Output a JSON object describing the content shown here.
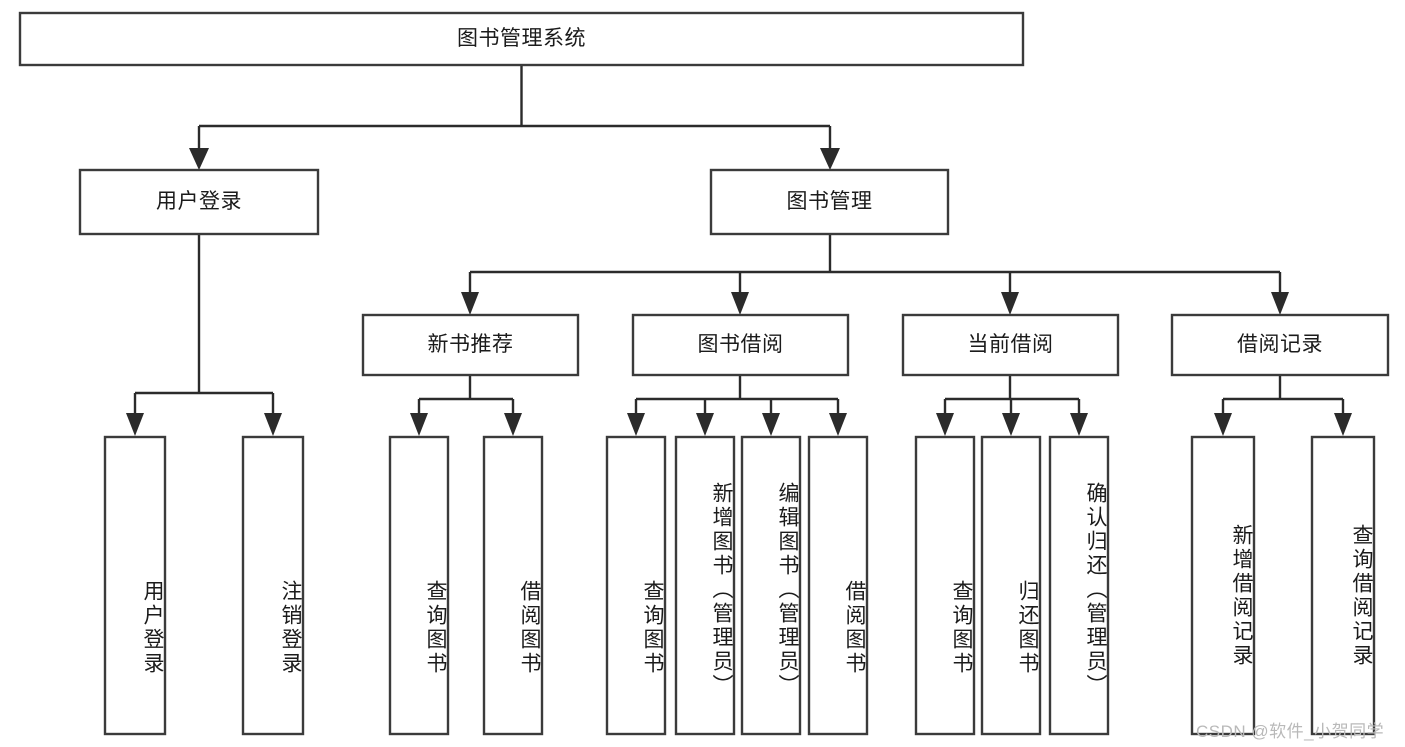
{
  "diagram": {
    "type": "tree-hierarchy",
    "title": "图书管理系统",
    "orientation": "top-down",
    "colors": {
      "box_fill": "#ffffff",
      "box_stroke": "#3b3b3b",
      "connector": "#2b2b2b",
      "text": "#1b1b1b",
      "background": "#ffffff",
      "watermark": "#b9b9b9"
    },
    "levels": [
      {
        "level": 1,
        "nodes": [
          {
            "id": "root",
            "label": "图书管理系统",
            "text_direction": "horizontal"
          }
        ]
      },
      {
        "level": 2,
        "nodes": [
          {
            "id": "user-login",
            "label": "用户登录",
            "text_direction": "horizontal",
            "parent": "root"
          },
          {
            "id": "book-manage",
            "label": "图书管理",
            "text_direction": "horizontal",
            "parent": "root"
          }
        ]
      },
      {
        "level": 3,
        "nodes": [
          {
            "id": "new-book-rec",
            "label": "新书推荐",
            "text_direction": "horizontal",
            "parent": "book-manage"
          },
          {
            "id": "book-borrow",
            "label": "图书借阅",
            "text_direction": "horizontal",
            "parent": "book-manage"
          },
          {
            "id": "current-borrow",
            "label": "当前借阅",
            "text_direction": "horizontal",
            "parent": "book-manage"
          },
          {
            "id": "borrow-record",
            "label": "借阅记录",
            "text_direction": "horizontal",
            "parent": "book-manage"
          }
        ]
      },
      {
        "level": 4,
        "nodes": [
          {
            "id": "leaf-user-login",
            "label": "用户登录",
            "text_direction": "vertical",
            "parent": "user-login"
          },
          {
            "id": "leaf-user-logout",
            "label": "注销登录",
            "text_direction": "vertical",
            "parent": "user-login"
          },
          {
            "id": "leaf-query-book-1",
            "label": "查询图书",
            "text_direction": "vertical",
            "parent": "new-book-rec"
          },
          {
            "id": "leaf-borrow-book-1",
            "label": "借阅图书",
            "text_direction": "vertical",
            "parent": "new-book-rec"
          },
          {
            "id": "leaf-query-book-2",
            "label": "查询图书",
            "text_direction": "vertical",
            "parent": "book-borrow"
          },
          {
            "id": "leaf-add-book",
            "label": "新增图书（管理员）",
            "text_direction": "vertical",
            "parent": "book-borrow"
          },
          {
            "id": "leaf-edit-book",
            "label": "编辑图书（管理员）",
            "text_direction": "vertical",
            "parent": "book-borrow"
          },
          {
            "id": "leaf-borrow-book-2",
            "label": "借阅图书",
            "text_direction": "vertical",
            "parent": "book-borrow"
          },
          {
            "id": "leaf-query-book-3",
            "label": "查询图书",
            "text_direction": "vertical",
            "parent": "current-borrow"
          },
          {
            "id": "leaf-return-book",
            "label": "归还图书",
            "text_direction": "vertical",
            "parent": "current-borrow"
          },
          {
            "id": "leaf-confirm-return",
            "label": "确认归还（管理员）",
            "text_direction": "vertical",
            "parent": "current-borrow"
          },
          {
            "id": "leaf-add-record",
            "label": "新增借阅记录",
            "text_direction": "vertical",
            "parent": "borrow-record"
          },
          {
            "id": "leaf-query-record",
            "label": "查询借阅记录",
            "text_direction": "vertical",
            "parent": "borrow-record"
          }
        ]
      }
    ]
  },
  "watermark": {
    "text": "CSDN @软件_小贺同学"
  }
}
